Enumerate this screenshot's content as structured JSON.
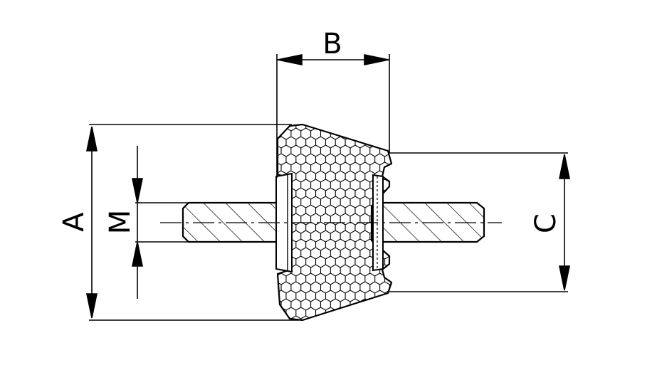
{
  "labels": {
    "a": "A",
    "b": "B",
    "c": "C",
    "m": "M"
  },
  "colors": {
    "line": "#000000",
    "background": "#ffffff"
  }
}
